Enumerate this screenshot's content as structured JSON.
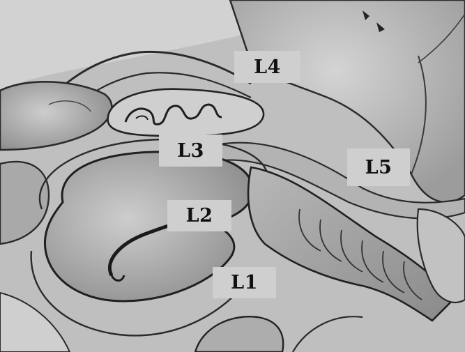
{
  "labels": {
    "l1": "L1",
    "l2": "L2",
    "l3": "L3",
    "l4": "L4",
    "l5": "L5"
  },
  "colors": {
    "label_background": "#cfcfcf",
    "label_text": "#111111",
    "sketch_light": "#c4c4c4",
    "sketch_mid": "#a6a6a6",
    "sketch_dark": "#2a2a2a"
  }
}
